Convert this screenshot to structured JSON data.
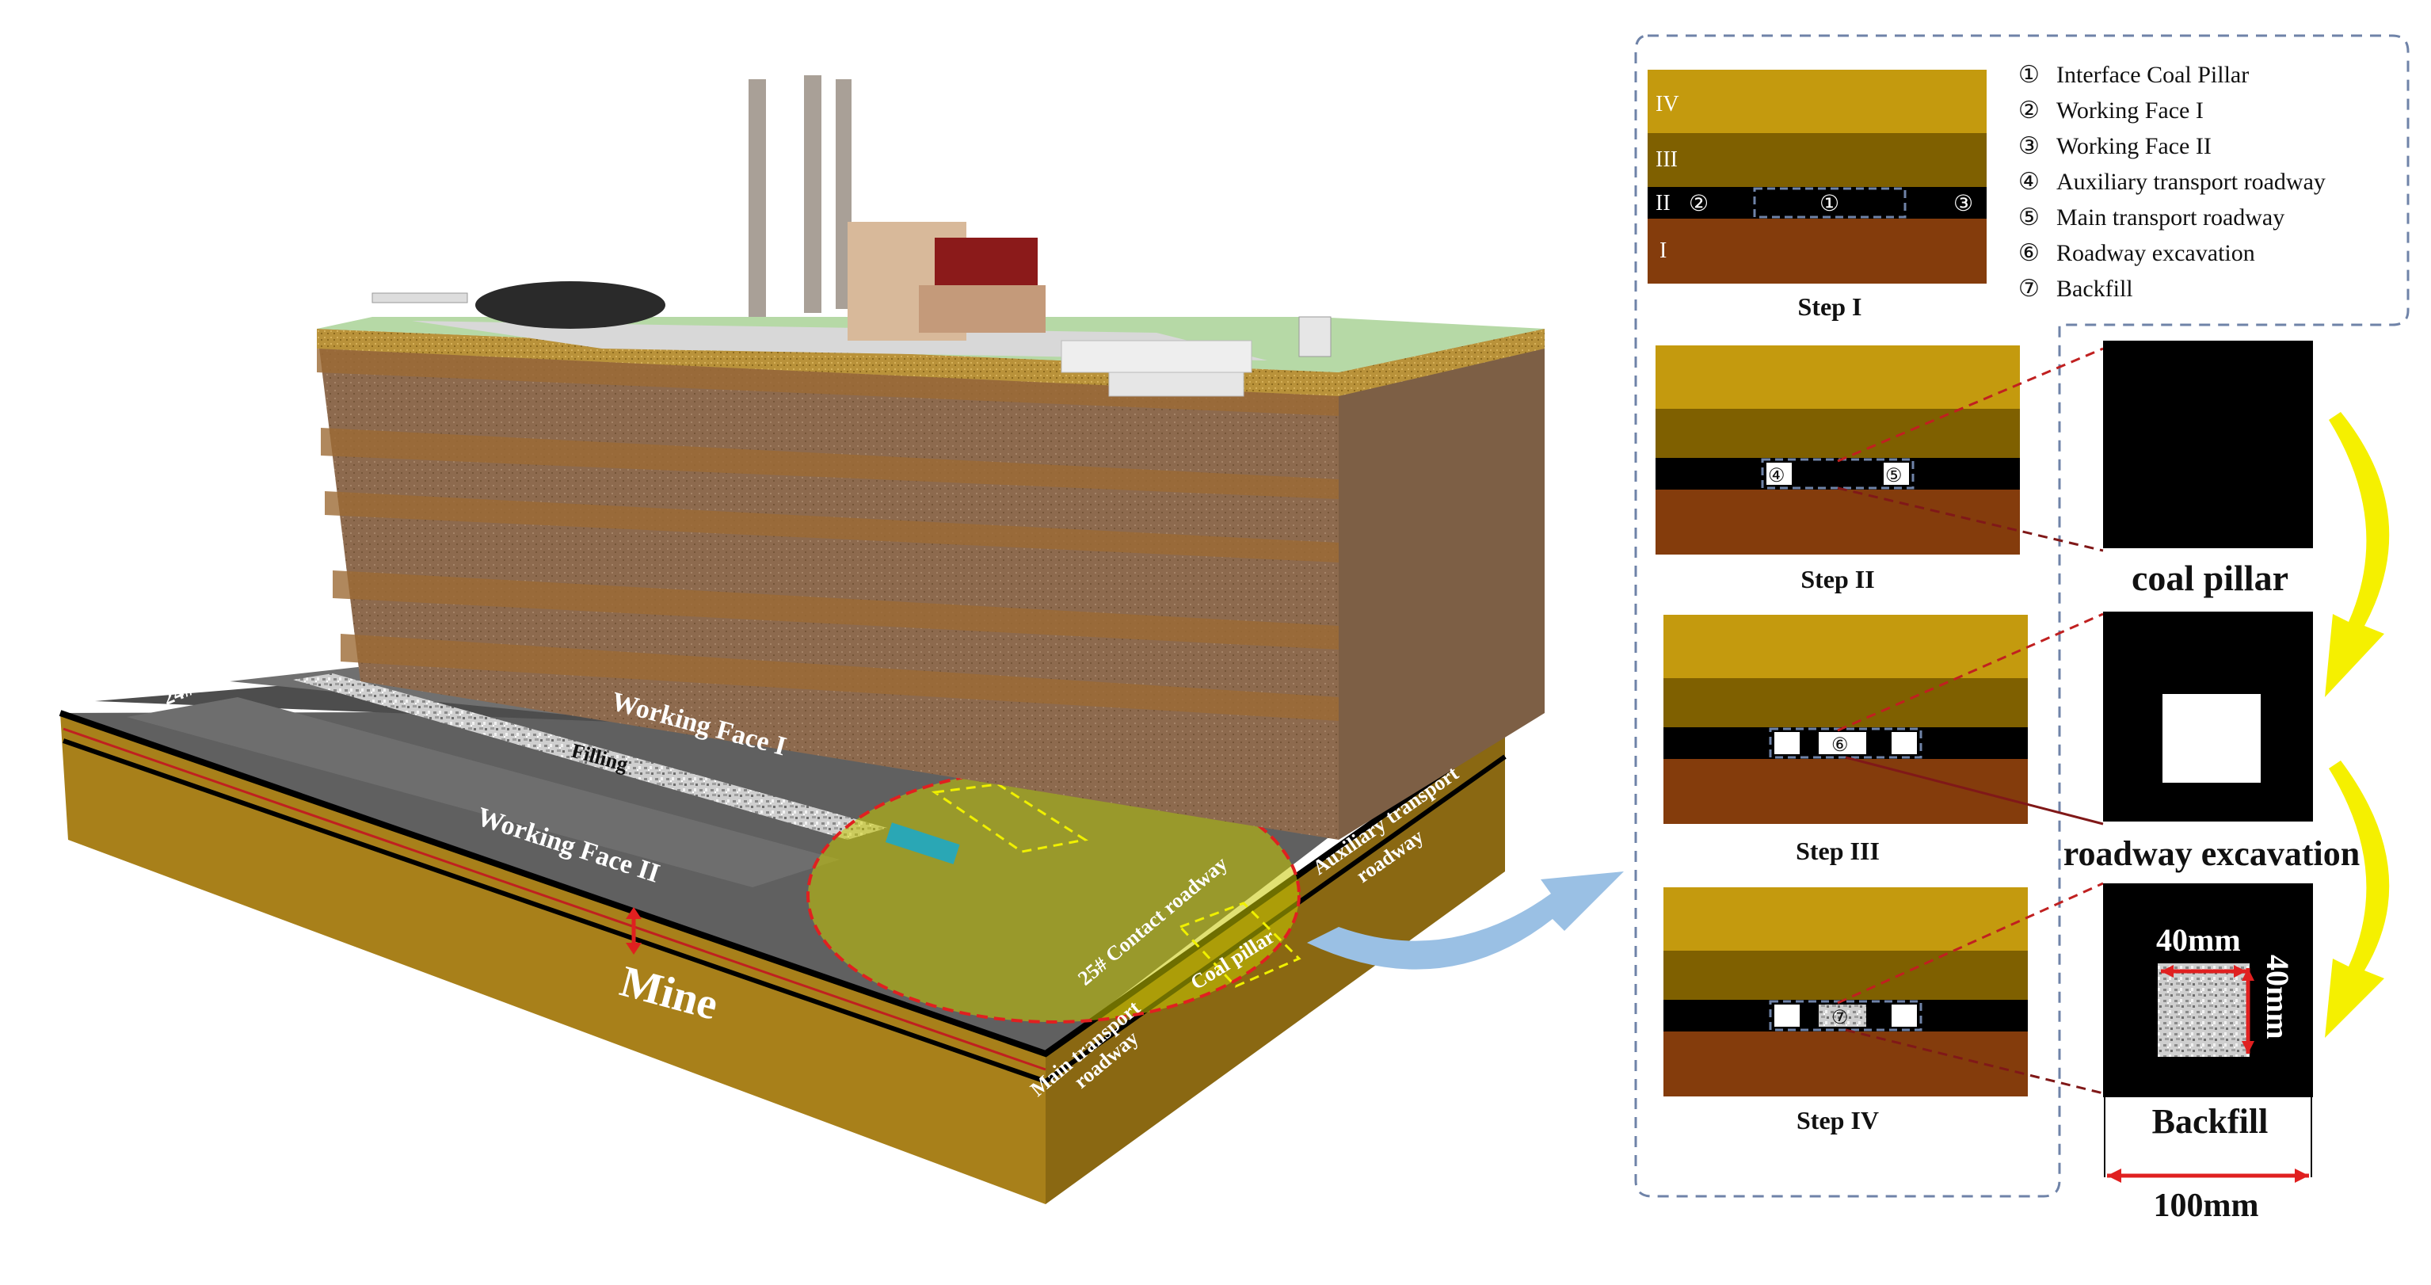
{
  "model": {
    "roadway_24_label": "24# Contact roadway",
    "working_face_1_label": "Working Face I",
    "filling_label": "Filling",
    "working_face_2_label": "Working Face II",
    "contact_roadway_25_label": "25# Contact roadway",
    "coal_pillar_label": "Coal pillar",
    "auxiliary_label_line1": "Auxiliary transport",
    "auxiliary_label_line2": "roadway",
    "main_label_line1": "Main transport",
    "main_label_line2": "roadway",
    "mine_label": "Mine"
  },
  "steps": {
    "layer_labels": {
      "iv": "IV",
      "iii": "III",
      "ii": "II",
      "i": "I"
    },
    "step_1_label": "Step I",
    "step_2_label": "Step II",
    "step_3_label": "Step III",
    "step_4_label": "Step IV",
    "markers": {
      "m1": "①",
      "m2": "②",
      "m3": "③",
      "m4": "④",
      "m5": "⑤",
      "m6": "⑥",
      "m7": "⑦"
    }
  },
  "legend": {
    "items": [
      {
        "num": "①",
        "text": "Interface Coal Pillar"
      },
      {
        "num": "②",
        "text": "Working Face I"
      },
      {
        "num": "③",
        "text": "Working Face II"
      },
      {
        "num": "④",
        "text": "Auxiliary transport roadway"
      },
      {
        "num": "⑤",
        "text": "Main transport roadway"
      },
      {
        "num": "⑥",
        "text": "Roadway excavation"
      },
      {
        "num": "⑦",
        "text": "Backfill"
      }
    ]
  },
  "specimens": {
    "coal_pillar_label": "coal pillar",
    "roadway_excavation_label": "roadway excavation",
    "backfill_label": "Backfill",
    "dim_40_horizontal": "40mm",
    "dim_40_vertical": "40mm",
    "dim_100": "100mm"
  },
  "colors": {
    "layer_iv": "#c49a0e",
    "layer_iii": "#7f6000",
    "layer_ii": "#000000",
    "layer_i": "#843c0c",
    "ground": "#a5d99a",
    "strata_dark": "#7a5536",
    "strata_light": "#9e7a5a",
    "floor_gold": "#a8801a",
    "roadway_grey": "#5a5a5a",
    "highlight_yellow": "#c8c800",
    "dashed_red": "#e02020",
    "arrow_yellow": "#f5f000",
    "arrow_blue": "#8fb8e0"
  }
}
